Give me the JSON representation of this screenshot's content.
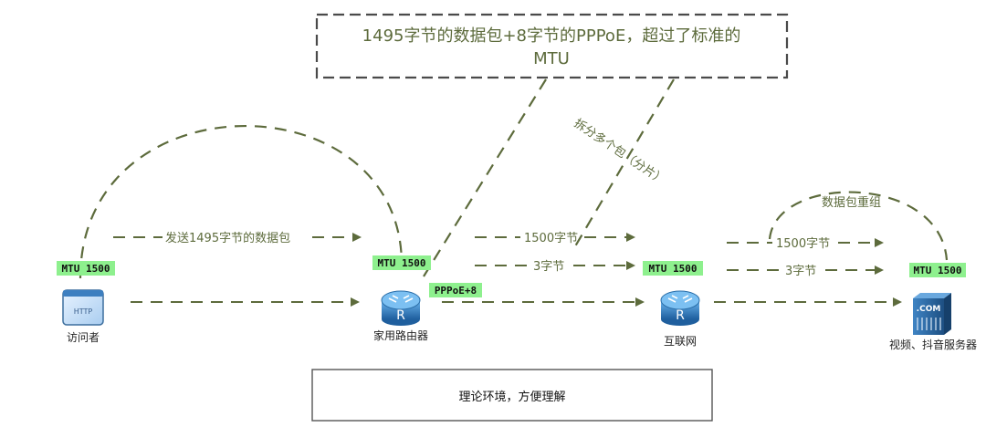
{
  "callout": {
    "line1": "1495字节的数据包+8字节的PPPoE，超过了标准的",
    "line2": "MTU"
  },
  "split_label": "拆分多个包（分片）",
  "reassemble_label": "数据包重组",
  "send_label": "发送1495字节的数据包",
  "fragments_mid": [
    "1500字节",
    "3字节"
  ],
  "fragments_right": [
    "1500字节",
    "3字节"
  ],
  "mtu": {
    "visitor": "MTU 1500",
    "router": "MTU 1500",
    "internet": "MTU 1500",
    "server": "MTU 1500"
  },
  "pppoe_tag": "PPPoE+8",
  "devices": {
    "visitor": {
      "label": "访问者",
      "icon_text": "HTTP"
    },
    "router": {
      "label": "家用路由器",
      "icon_text": "R"
    },
    "internet": {
      "label": "互联网",
      "icon_text": "R"
    },
    "server": {
      "label": "视频、抖音服务器",
      "icon_text": ".COM"
    }
  },
  "note": "理论环境，方便理解",
  "colors": {
    "dash": "#5d6b3c",
    "mtu_tag": "#8ef08e",
    "router_blue": "#2f7fc6"
  }
}
